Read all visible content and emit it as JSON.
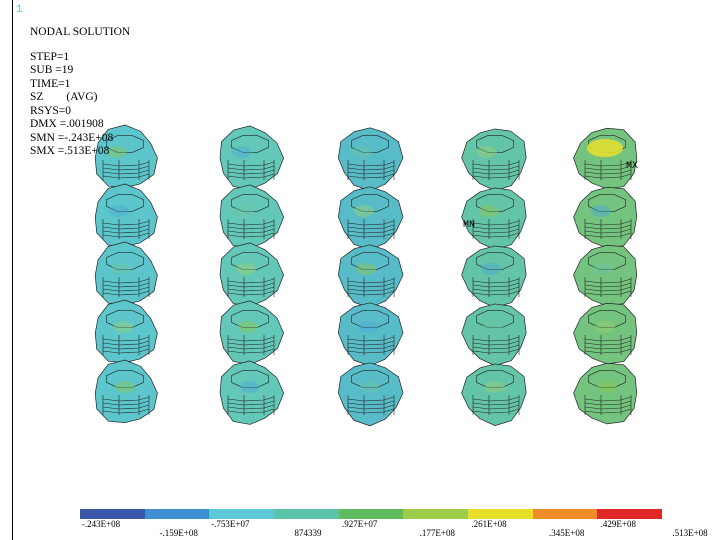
{
  "window_index": "1",
  "plot_info": {
    "title": "NODAL SOLUTION",
    "step": "STEP=1",
    "sub": "SUB =19",
    "time": "TIME=1",
    "component": "SZ        (AVG)",
    "rsys": "RSYS=0",
    "dmx": "DMX =.001908",
    "smn": "SMN =-.243E+08",
    "smx": "SMX =.513E+08"
  },
  "markers": {
    "max": "MX",
    "min": "MN"
  },
  "model": {
    "columns": 5,
    "rows": 5,
    "column_tint": [
      "#5cc6cc",
      "#64c8b8",
      "#58bcc8",
      "#64c4a8",
      "#74c480"
    ]
  },
  "legend": {
    "colors": [
      "#3a56a8",
      "#3f8fd0",
      "#5cc8d8",
      "#5cc4a8",
      "#60bc5c",
      "#9ccc48",
      "#e8e028",
      "#f08c28",
      "#e02828"
    ],
    "labels_upper": [
      "-.243E+08",
      "-.753E+07",
      ".927E+07",
      ".261E+08",
      ".429E+08"
    ],
    "labels_lower": [
      "-.159E+08",
      "874339",
      ".177E+08",
      ".345E+08",
      ".513E+08"
    ]
  }
}
